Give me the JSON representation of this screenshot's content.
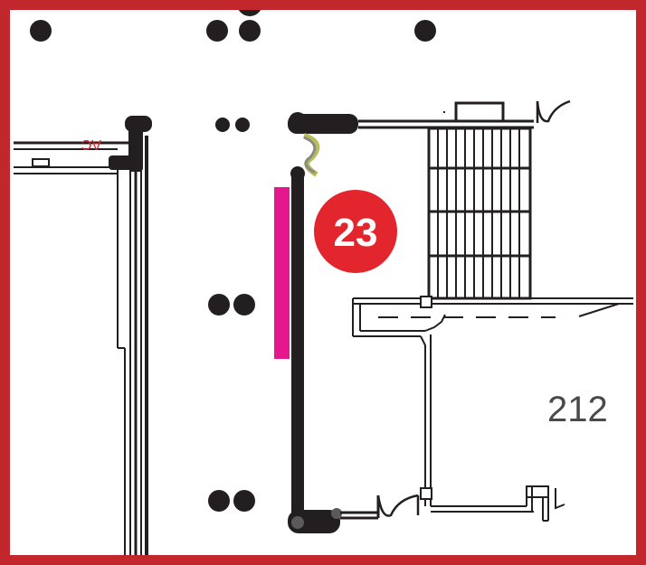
{
  "map": {
    "room_label": "212",
    "marker_number": "23",
    "ac_label": "AC",
    "colors": {
      "frame": "#c1272d",
      "marker": "#e3262d",
      "highlight": "#e6168c",
      "wall": "#231f20",
      "hinge": "#b9bd5a",
      "room_text": "#4a4a4a"
    },
    "icons": {
      "marker": "location-marker-icon",
      "door_swing": "door-swing-icon",
      "column": "column-dot-icon"
    }
  }
}
